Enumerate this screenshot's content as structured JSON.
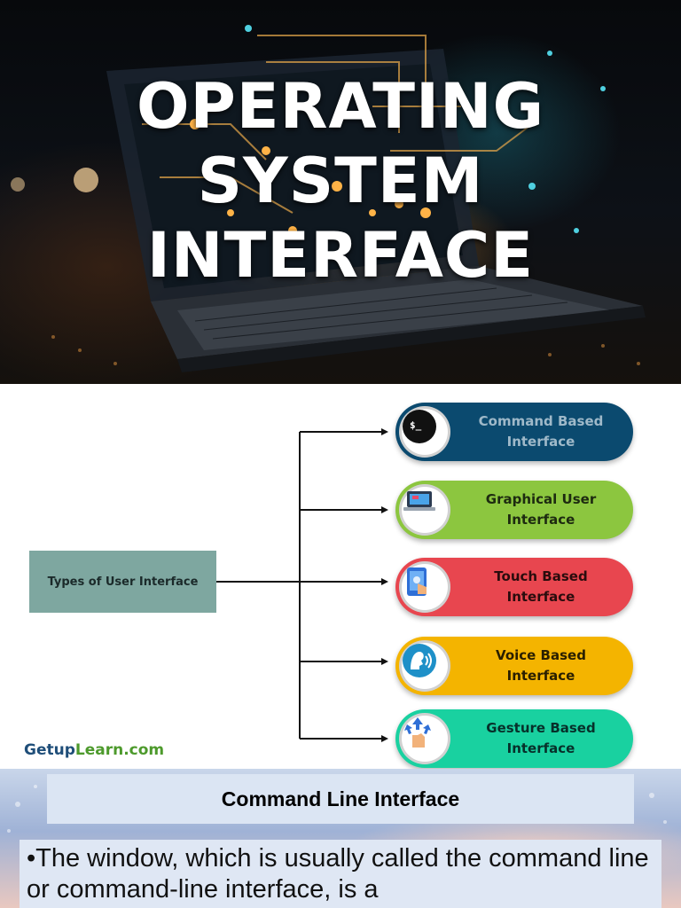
{
  "hero": {
    "title_lines": [
      "OPERATING",
      "SYSTEM",
      "INTERFACE"
    ]
  },
  "diagram": {
    "root_label": "Types of User Interface",
    "items": [
      {
        "label": "Command Based\nInterface",
        "icon": "terminal-icon",
        "color": "#0b4a6f",
        "text_color": "#9fb9c9"
      },
      {
        "label": "Graphical User\nInterface",
        "icon": "laptop-icon",
        "color": "#8cc63f",
        "text_color": "#1d2a10"
      },
      {
        "label": "Touch Based\nInterface",
        "icon": "touch-screen-icon",
        "color": "#e8464f",
        "text_color": "#2a0c0d"
      },
      {
        "label": "Voice Based\nInterface",
        "icon": "voice-icon",
        "color": "#f4b400",
        "text_color": "#2a1f00"
      },
      {
        "label": "Gesture Based\nInterface",
        "icon": "gesture-icon",
        "color": "#19d1a0",
        "text_color": "#07302a"
      }
    ],
    "brand": {
      "part1": "Getup",
      "part2": "Learn.com"
    }
  },
  "cli": {
    "heading": "Command Line Interface",
    "bullet": "•The window, which is usually called the command line or command-line interface, is a"
  }
}
